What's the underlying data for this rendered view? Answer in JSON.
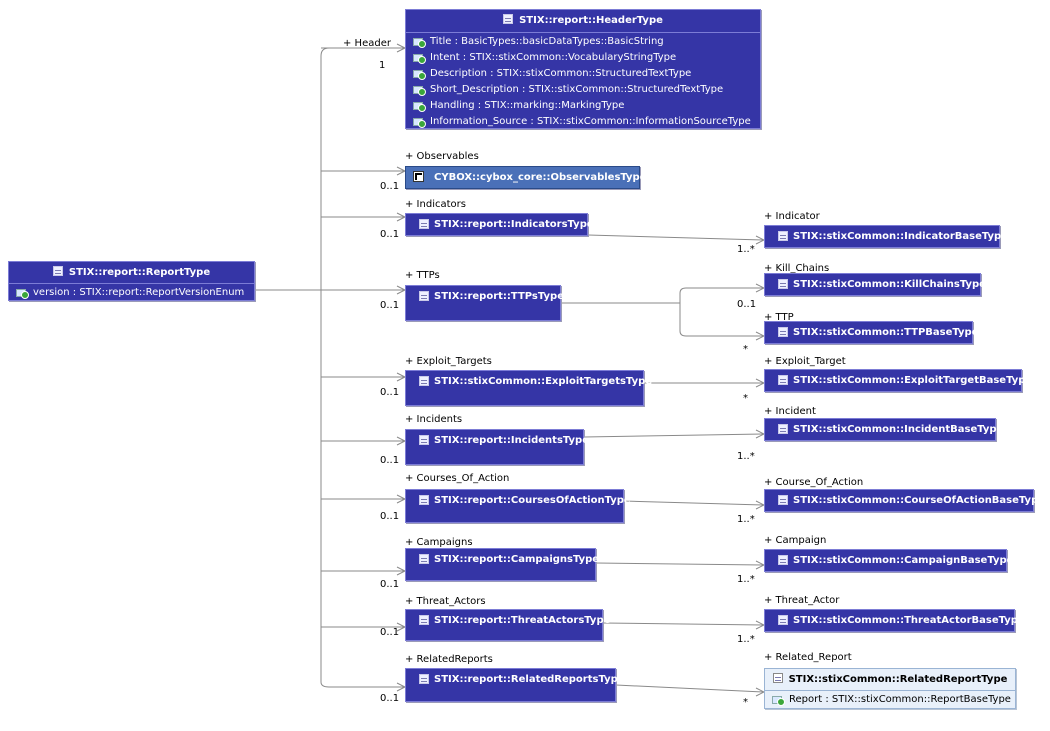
{
  "root": {
    "title": "STIX::report::ReportType",
    "attr": "version : STIX::report::ReportVersionEnum"
  },
  "header": {
    "role": "+ Header",
    "mult": "1",
    "title": "STIX::report::HeaderType",
    "attrs": [
      "Title : BasicTypes::basicDataTypes::BasicString",
      "Intent : STIX::stixCommon::VocabularyStringType",
      "Description : STIX::stixCommon::StructuredTextType",
      "Short_Description : STIX::stixCommon::StructuredTextType",
      "Handling : STIX::marking::MarkingType",
      "Information_Source : STIX::stixCommon::InformationSourceType"
    ]
  },
  "observables": {
    "role": "+ Observables",
    "mult": "0..1",
    "title": "CYBOX::cybox_core::ObservablesType"
  },
  "indicators": {
    "role": "+ Indicators",
    "mult": "0..1",
    "title": "STIX::report::IndicatorsType",
    "child": {
      "role": "+ Indicator",
      "mult": "1..*",
      "title": "STIX::stixCommon::IndicatorBaseType"
    }
  },
  "ttps": {
    "role": "+ TTPs",
    "mult": "0..1",
    "title": "STIX::report::TTPsType",
    "child1": {
      "role": "+ Kill_Chains",
      "mult": "0..1",
      "title": "STIX::stixCommon::KillChainsType"
    },
    "child2": {
      "role": "+ TTP",
      "mult": "*",
      "title": "STIX::stixCommon::TTPBaseType"
    }
  },
  "exploit_targets": {
    "role": "+ Exploit_Targets",
    "mult": "0..1",
    "title": "STIX::stixCommon::ExploitTargetsType",
    "child": {
      "role": "+ Exploit_Target",
      "mult": "*",
      "title": "STIX::stixCommon::ExploitTargetBaseType"
    }
  },
  "incidents": {
    "role": "+ Incidents",
    "mult": "0..1",
    "title": "STIX::report::IncidentsType",
    "child": {
      "role": "+ Incident",
      "mult": "1..*",
      "title": "STIX::stixCommon::IncidentBaseType"
    }
  },
  "courses_of_action": {
    "role": "+ Courses_Of_Action",
    "mult": "0..1",
    "title": "STIX::report::CoursesOfActionType",
    "child": {
      "role": "+ Course_Of_Action",
      "mult": "1..*",
      "title": "STIX::stixCommon::CourseOfActionBaseType"
    }
  },
  "campaigns": {
    "role": "+ Campaigns",
    "mult": "0..1",
    "title": "STIX::report::CampaignsType",
    "child": {
      "role": "+ Campaign",
      "mult": "1..*",
      "title": "STIX::stixCommon::CampaignBaseType"
    }
  },
  "threat_actors": {
    "role": "+ Threat_Actors",
    "mult": "0..1",
    "title": "STIX::report::ThreatActorsType",
    "child": {
      "role": "+ Threat_Actor",
      "mult": "1..*",
      "title": "STIX::stixCommon::ThreatActorBaseType"
    }
  },
  "related_reports": {
    "role": "+ RelatedReports",
    "mult": "0..1",
    "title": "STIX::report::RelatedReportsType",
    "child": {
      "role": "+ Related_Report",
      "mult": "*",
      "title": "STIX::stixCommon::RelatedReportType",
      "attr": "Report : STIX::stixCommon::ReportBaseType"
    }
  },
  "colors": {
    "node_fill": "#3535a6",
    "node_border": "#7c7cd6",
    "external_fill": "#4a70b8",
    "light_fill": "#e8f0fa",
    "wire": "#8a8a8a"
  }
}
